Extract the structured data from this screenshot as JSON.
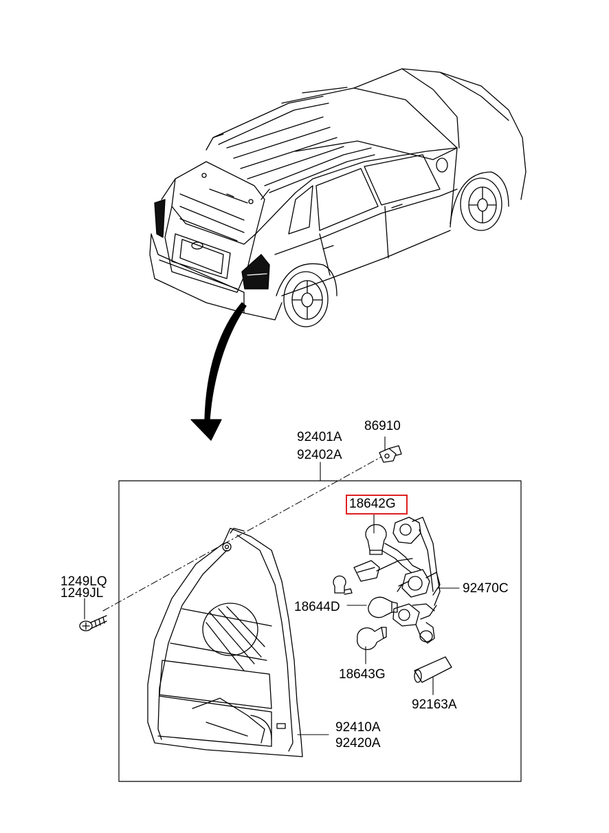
{
  "labels": {
    "p92401A": "92401A",
    "p92402A": "92402A",
    "p86910": "86910",
    "p1249LQ": "1249LQ",
    "p1249JL": "1249JL",
    "p18642G": "18642G",
    "p92470C": "92470C",
    "p18644D": "18644D",
    "p18643G": "18643G",
    "p92163A": "92163A",
    "p92410A": "92410A",
    "p92420A": "92420A"
  },
  "highlight": {
    "part": "18642G",
    "color": "#e02020"
  }
}
